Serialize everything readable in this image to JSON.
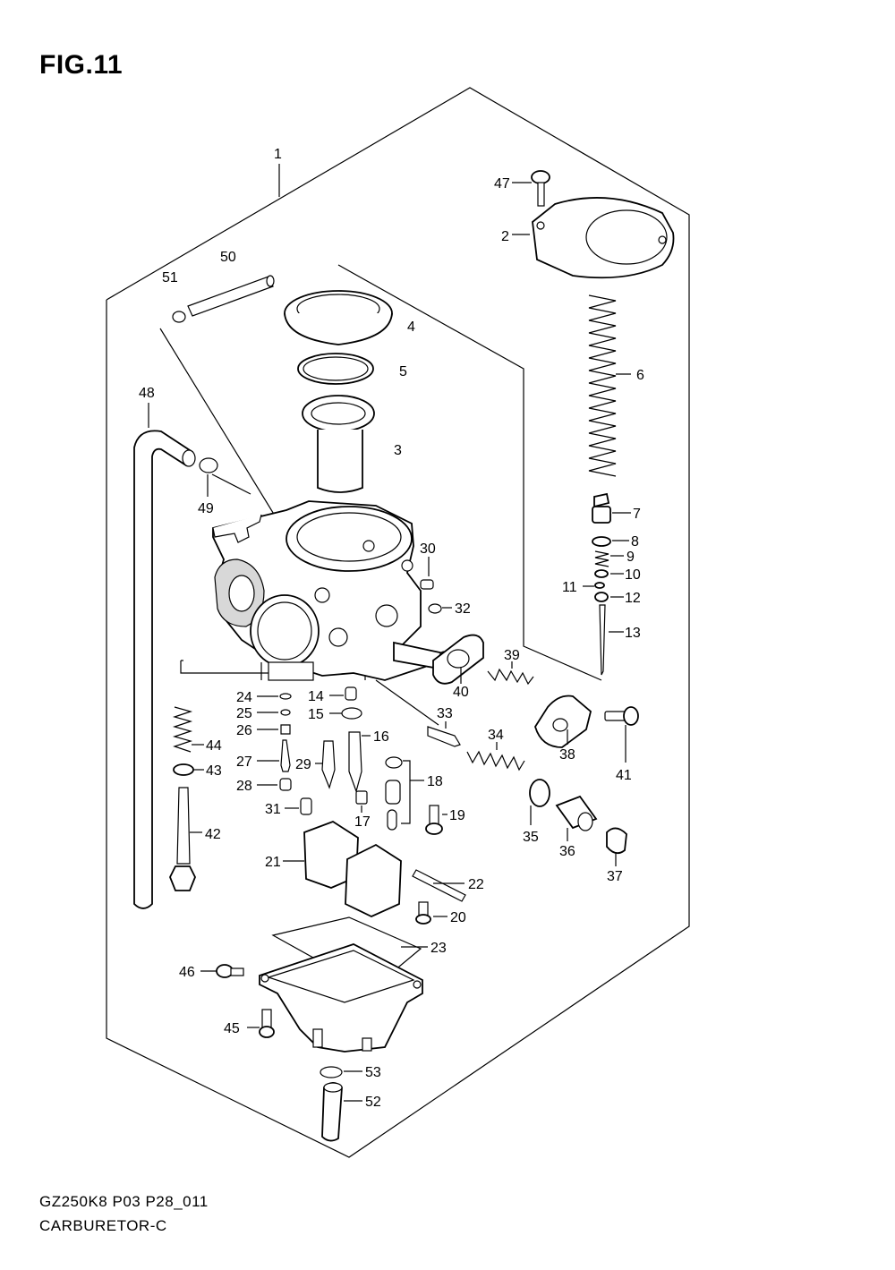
{
  "figure": {
    "title": "FIG.11",
    "code": "GZ250K8 P03 P28_011",
    "name": "CARBURETOR-C"
  },
  "callouts": [
    "1",
    "2",
    "3",
    "4",
    "5",
    "6",
    "7",
    "8",
    "9",
    "10",
    "11",
    "12",
    "13",
    "14",
    "15",
    "16",
    "17",
    "18",
    "19",
    "20",
    "21",
    "22",
    "23",
    "24",
    "25",
    "26",
    "27",
    "28",
    "29",
    "30",
    "31",
    "32",
    "33",
    "34",
    "35",
    "36",
    "37",
    "38",
    "39",
    "40",
    "41",
    "42",
    "43",
    "44",
    "45",
    "46",
    "47",
    "48",
    "49",
    "50",
    "51",
    "52",
    "53"
  ]
}
